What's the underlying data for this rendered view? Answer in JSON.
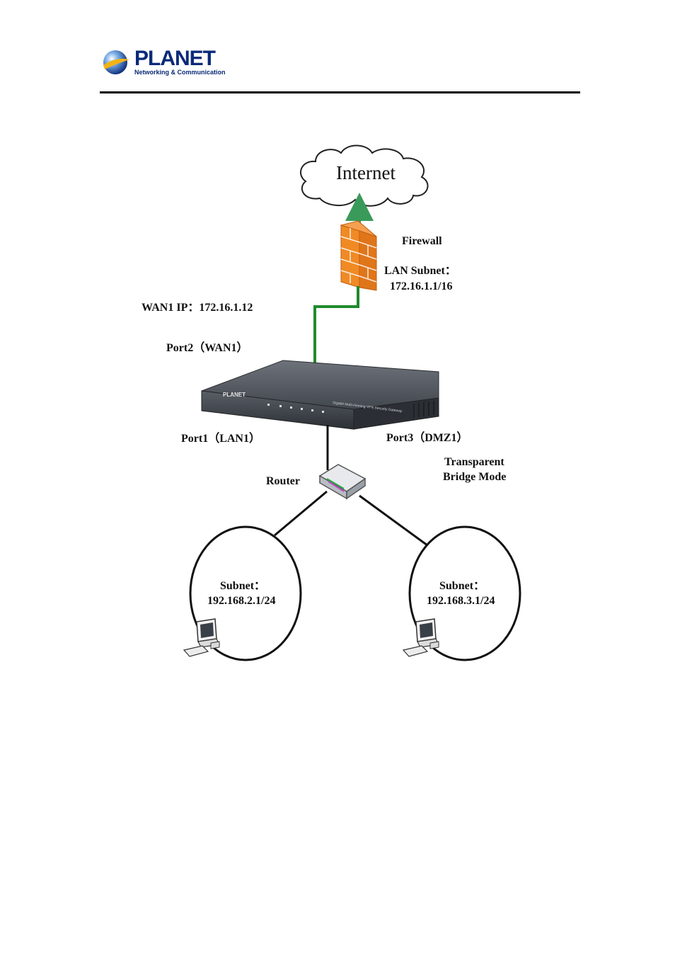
{
  "header": {
    "brand": "PLANET",
    "tagline": "Networking & Communication"
  },
  "diagram": {
    "internet": "Internet",
    "firewall": "Firewall",
    "lan_subnet_label": "LAN Subnet：",
    "lan_subnet_value": "172.16.1.1/16",
    "wan1_ip": "WAN1 IP：172.16.1.12",
    "port2": "Port2（WAN1）",
    "port1": "Port1（LAN1）",
    "port3": "Port3（DMZ1）",
    "mode_line1": "Transparent",
    "mode_line2": "Bridge Mode",
    "router": "Router",
    "subnet_left_label": "Subnet：",
    "subnet_left_value": "192.168.2.1/24",
    "subnet_right_label": "Subnet：",
    "subnet_right_value": "192.168.3.1/24",
    "device_brand": "PLANET",
    "device_caption": "Gigabit Multi-Homing VPN Security Gateway"
  },
  "colors": {
    "link_green": "#1f8a2e",
    "firewall_orange": "#f08a24",
    "logo_blue": "#0a2a78"
  }
}
